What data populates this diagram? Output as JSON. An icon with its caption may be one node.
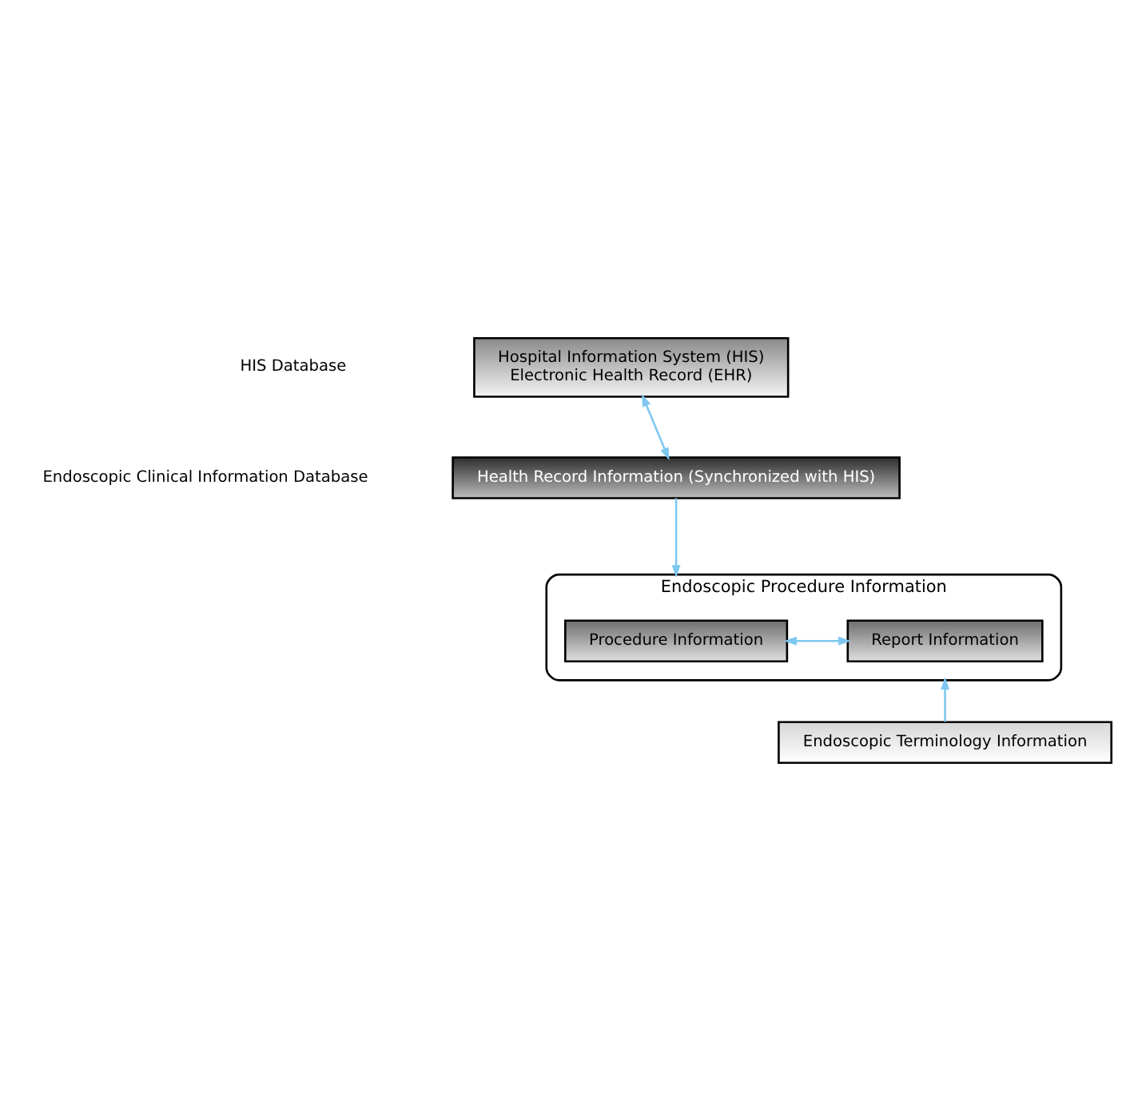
{
  "diagram": {
    "nodes": [
      {
        "text": [
          "Hospital Information System (HIS)",
          "Electronic Health Record (EHR)"
        ]
      },
      {
        "text": [
          "Health Record Information (Synchronized with HIS)"
        ]
      },
      {
        "text": [
          "Endoscopic Procedure Information"
        ]
      },
      {
        "text": [
          "Procedure Information"
        ],
        "in": 2
      },
      {
        "text": [
          "Report Information"
        ],
        "in": 2
      },
      {
        "text": [
          "Endoscopic Terminology Information"
        ]
      }
    ],
    "edges": [
      {
        "from": 0,
        "to": 1,
        "arrow": "both"
      },
      {
        "from": 1,
        "to": 2,
        "arrow": "to"
      },
      {
        "from": 3,
        "to": 4,
        "arrow": "both"
      },
      {
        "from": 5,
        "to": 2,
        "arrow": "to"
      }
    ],
    "labels": [
      "HIS Database",
      "Endoscopic Clinical Information Database"
    ]
  }
}
